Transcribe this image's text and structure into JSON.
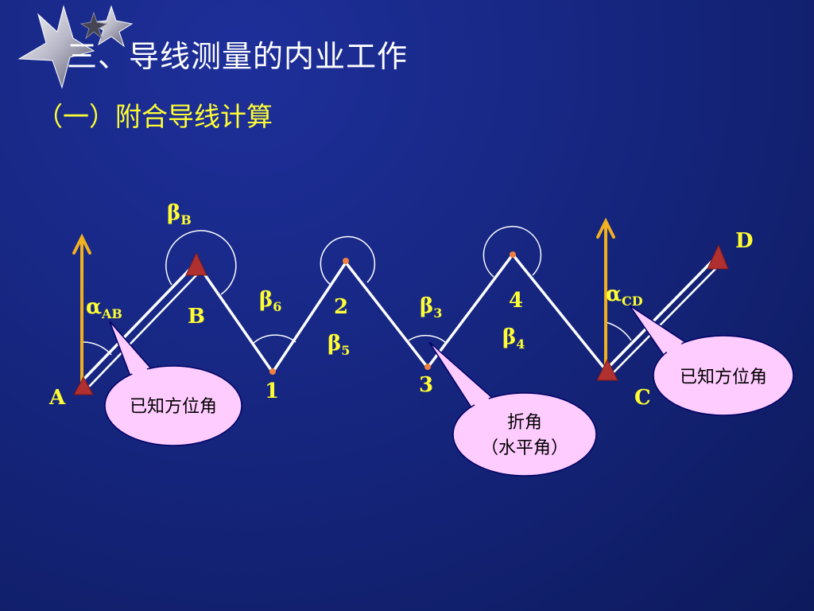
{
  "title": "三、导线测量的内业工作",
  "subtitle": "（一）附合导线计算",
  "points": {
    "A": "A",
    "B": "B",
    "C": "C",
    "D": "D",
    "p1": "1",
    "p2": "2",
    "p3": "3",
    "p4": "4"
  },
  "angles": {
    "alpha": "α",
    "beta": "β",
    "alpha_ab_sub": "AB",
    "alpha_cd_sub": "CD",
    "beta_b_sub": "B",
    "beta_6_sub": "6",
    "beta_5_sub": "5",
    "beta_3_sub": "3",
    "beta_4_sub": "4"
  },
  "callouts": {
    "left": "已知方位角",
    "right": "已知方位角",
    "middle_line1": "折角",
    "middle_line2": "（水平角）"
  },
  "colors": {
    "background": "#162680",
    "title": "#ffffff",
    "subtitle": "#ffff33",
    "label": "#ffff33",
    "arrow": "#f0b020",
    "triangle": "#b03030",
    "callout_fill": "#ffccff",
    "line": "#ffffff"
  },
  "icons": [
    "star-icon",
    "north-arrow-icon",
    "control-point-triangle-icon",
    "station-dot-icon"
  ]
}
